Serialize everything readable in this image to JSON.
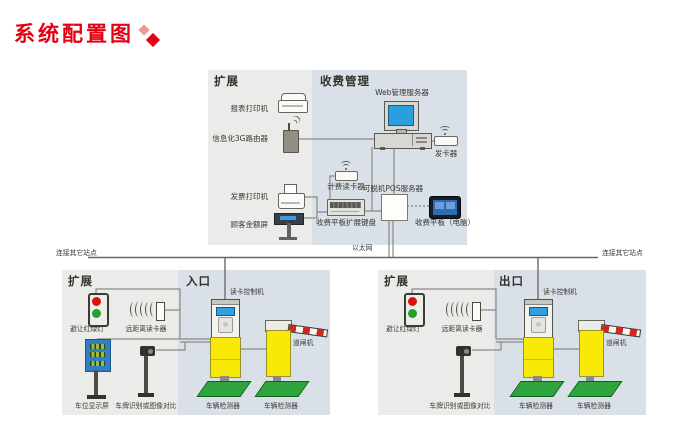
{
  "title": "系统配置图",
  "colors": {
    "title_red": "#e60012",
    "expand_panel_bg": "#ebebe9",
    "manage_panel_bg": "#dae0e7",
    "kiosk_yellow": "#f8ea06",
    "detector_green": "#2ea43c",
    "screen_blue": "#2b9fdd",
    "traffic_red": "#dc1010",
    "traffic_green": "#23a12c",
    "barrier_stripe_red": "#d4261c"
  },
  "top_expand": {
    "header": "扩展",
    "report_printer": "报表打印机",
    "router": "信息化3G路由器",
    "invoice_printer": "发票打印机",
    "customer_display": "顾客金额屏"
  },
  "fee_management": {
    "header": "收费管理",
    "web_server": "Web管理服务器",
    "card_issuer": "发卡器",
    "billing_reader": "计费读卡器",
    "pos_server": "可脱机POS服务器",
    "keyboard": "收费平板扩展键盘",
    "tablet": "收费平板（电脑）"
  },
  "network": {
    "ethernet": "以太网",
    "connect_left": "连接其它站点",
    "connect_right": "连接其它站点"
  },
  "entrance": {
    "expand_header": "扩展",
    "traffic_light": "避让红绿灯",
    "long_range_reader": "远距离读卡器",
    "space_display": "车位显示屏",
    "camera": "车牌识别或图像对比",
    "gate_header": "入口",
    "controller": "读卡控制机",
    "barrier": "道闸机",
    "detector_a": "车辆检测器",
    "detector_b": "车辆检测器"
  },
  "exit": {
    "expand_header": "扩展",
    "traffic_light": "避让红绿灯",
    "long_range_reader": "远距离读卡器",
    "camera": "车牌识别或图像对比",
    "gate_header": "出口",
    "controller": "读卡控制机",
    "barrier": "道闸机",
    "detector_a": "车辆检测器",
    "detector_b": "车辆检测器"
  }
}
